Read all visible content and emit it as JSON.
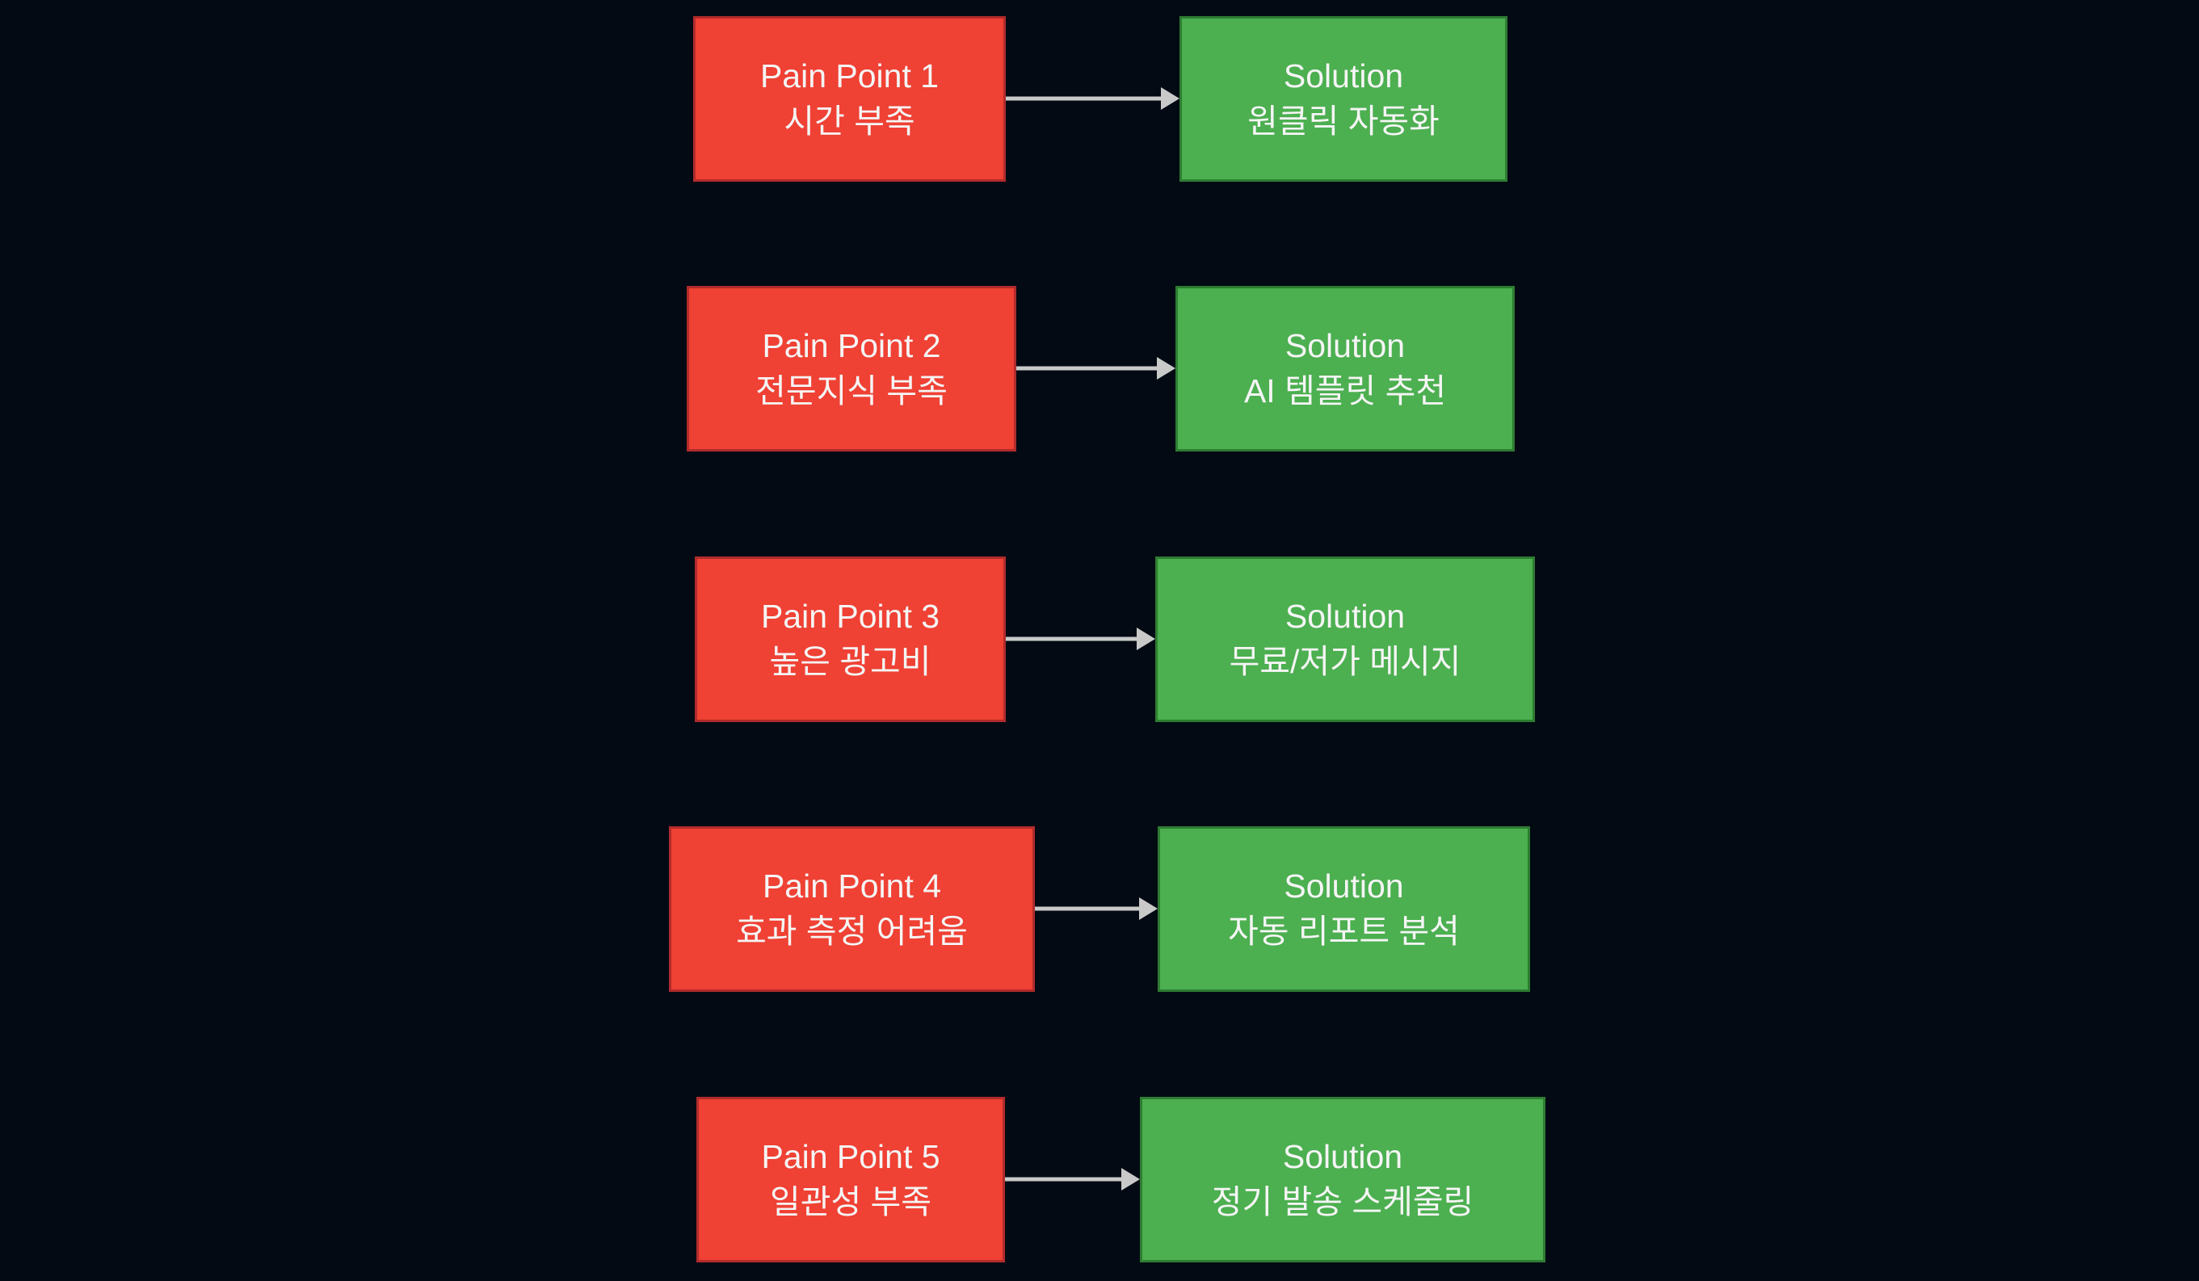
{
  "diagram_type": "pain-point-to-solution-flowchart",
  "colors": {
    "background": "#030a14",
    "pain_fill": "#ef4134",
    "pain_border": "#b22b2c",
    "solution_fill": "#4caf50",
    "solution_border": "#2e7d32",
    "arrow": "#c9c9c9",
    "text": "#f5f5f5"
  },
  "rows": [
    {
      "pain": {
        "title": "Pain Point 1",
        "subtitle": "시간 부족"
      },
      "solution": {
        "title": "Solution",
        "subtitle": "원클릭 자동화"
      }
    },
    {
      "pain": {
        "title": "Pain Point 2",
        "subtitle": "전문지식 부족"
      },
      "solution": {
        "title": "Solution",
        "subtitle": "AI 템플릿 추천"
      }
    },
    {
      "pain": {
        "title": "Pain Point 3",
        "subtitle": "높은 광고비"
      },
      "solution": {
        "title": "Solution",
        "subtitle": "무료/저가 메시지"
      }
    },
    {
      "pain": {
        "title": "Pain Point 4",
        "subtitle": "효과 측정 어려움"
      },
      "solution": {
        "title": "Solution",
        "subtitle": "자동 리포트 분석"
      }
    },
    {
      "pain": {
        "title": "Pain Point 5",
        "subtitle": "일관성 부족"
      },
      "solution": {
        "title": "Solution",
        "subtitle": "정기 발송 스케줄링"
      }
    }
  ]
}
